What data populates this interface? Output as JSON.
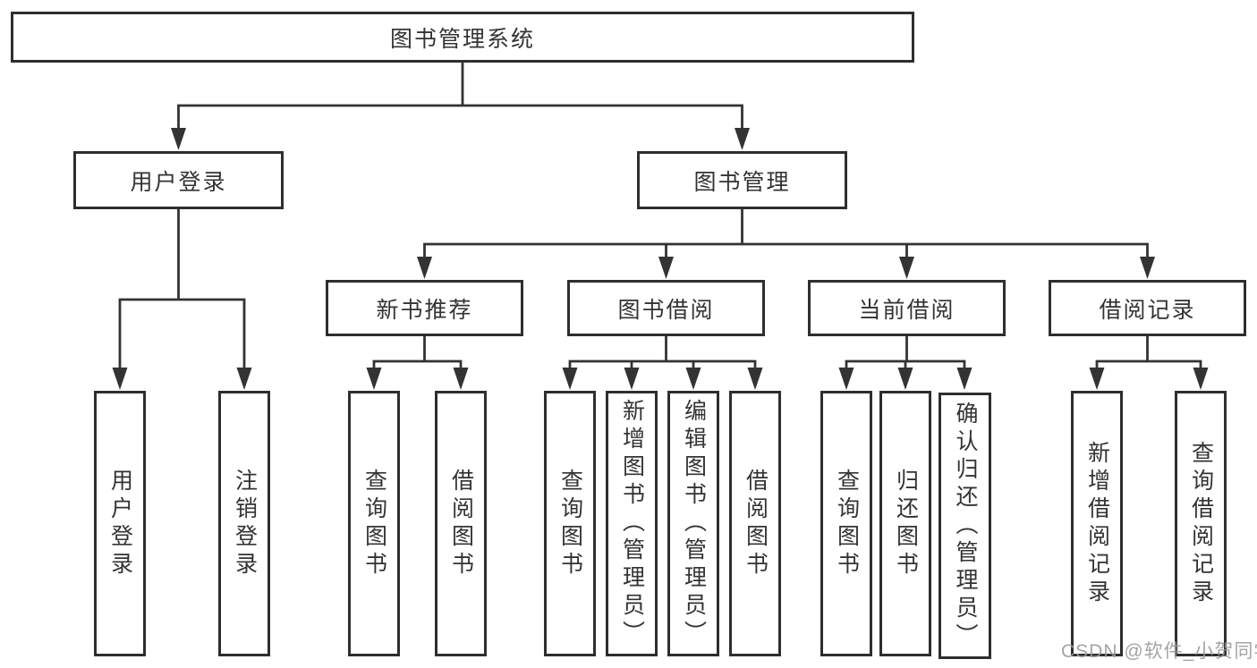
{
  "watermark": "CSDN @软件_小贺同学",
  "colors": {
    "line": "#333333",
    "box_border": "#2e2e2e",
    "box_fill": "#ffffff",
    "text": "#333333",
    "watermark_text": "#9b9b9b"
  },
  "nodes": {
    "root": {
      "label": "图书管理系统"
    },
    "level2": [
      {
        "label": "用户登录"
      },
      {
        "label": "图书管理"
      }
    ],
    "level3": [
      {
        "label": "新书推荐"
      },
      {
        "label": "图书借阅"
      },
      {
        "label": "当前借阅"
      },
      {
        "label": "借阅记录"
      }
    ],
    "leaves": [
      {
        "label": "用户登录"
      },
      {
        "label": "注销登录"
      },
      {
        "label": "查询图书"
      },
      {
        "label": "借阅图书"
      },
      {
        "label": "查询图书"
      },
      {
        "label": "新增图书（管理员）"
      },
      {
        "label": "编辑图书（管理员）"
      },
      {
        "label": "借阅图书"
      },
      {
        "label": "查询图书"
      },
      {
        "label": "归还图书"
      },
      {
        "label": "确认归还（管理员）"
      },
      {
        "label": "新增借阅记录"
      },
      {
        "label": "查询借阅记录"
      }
    ]
  }
}
